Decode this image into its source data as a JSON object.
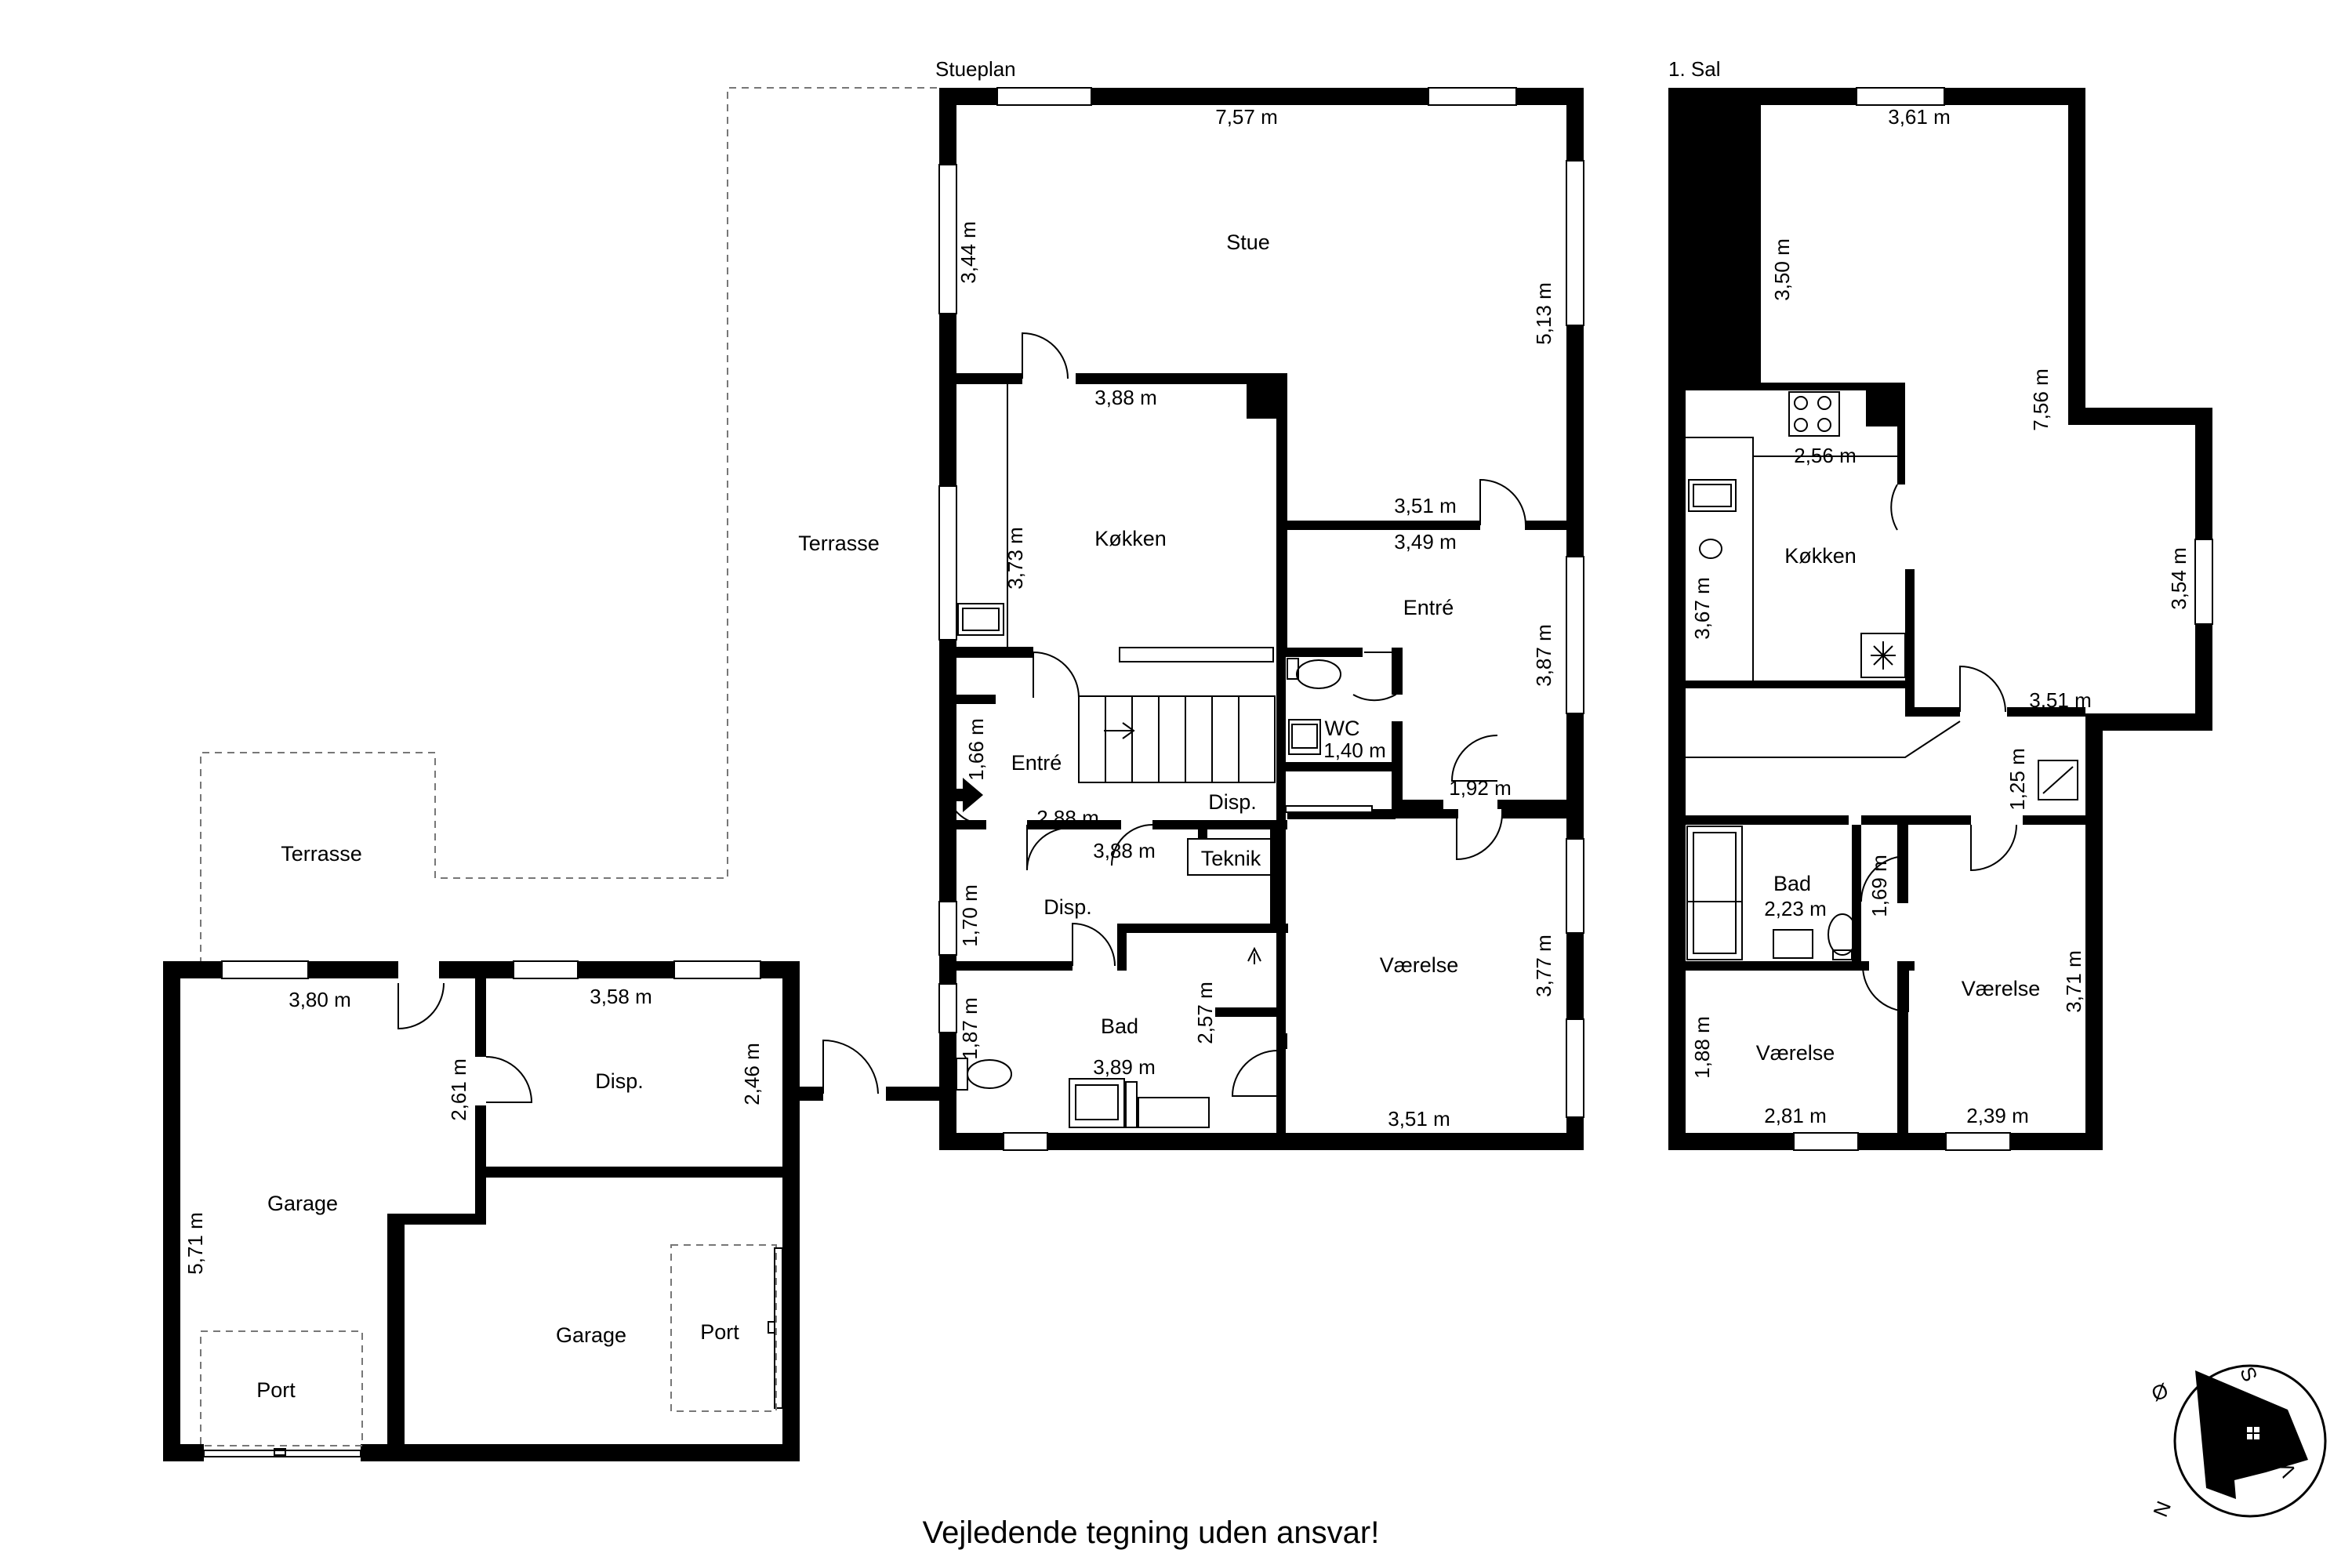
{
  "floors": {
    "ground": "Stueplan",
    "upper": "1. Sal"
  },
  "rooms": {
    "terrasse_1": "Terrasse",
    "terrasse_2": "Terrasse",
    "stue": "Stue",
    "kokken": "Køkken",
    "entre_upper": "Entré",
    "entre_lower": "Entré",
    "wc": "WC",
    "disp_small": "Disp.",
    "teknik": "Teknik",
    "disp_mid": "Disp.",
    "bad": "Bad",
    "vaerelse": "Værelse",
    "garage_left": "Garage",
    "disp_garage": "Disp.",
    "garage_right": "Garage",
    "port_left": "Port",
    "port_right": "Port",
    "sal_kokken": "Køkken",
    "sal_bad": "Bad",
    "sal_vaerelse_right": "Værelse",
    "sal_vaerelse_left": "Værelse"
  },
  "dimensions": {
    "stue_width": "7,57 m",
    "stue_left": "3,44 m",
    "stue_right": "5,13 m",
    "kokken_width": "3,88 m",
    "kokken_height": "3,73 m",
    "entre_top_a": "3,51 m",
    "entre_top_b": "3,49 m",
    "entre_height": "3,87 m",
    "entre_lower_height": "1,66 m",
    "entre_lower_width": "2,88 m",
    "wc_width": "1,40 m",
    "hall_width": "1,92 m",
    "disp_width": "3,88 m",
    "disp_height": "1,70 m",
    "bad_height_left": "1,87 m",
    "bad_width": "3,89 m",
    "bad_height_right": "2,57 m",
    "vaerelse_height": "3,77 m",
    "vaerelse_width": "3,51 m",
    "garage_top": "3,80 m",
    "garage_door_height": "2,61 m",
    "garage_height": "5,71 m",
    "disp_garage_width": "3,58 m",
    "disp_garage_height": "2,46 m",
    "sal_top": "3,61 m",
    "sal_left": "3,50 m",
    "sal_right": "7,56 m",
    "sal_kitchen_width": "2,56 m",
    "sal_kitchen_height": "3,67 m",
    "sal_east": "3,54 m",
    "sal_hall_width": "3,51 m",
    "sal_hall_height": "1,25 m",
    "sal_bad_width": "2,23 m",
    "sal_bad_height": "1,69 m",
    "sal_vaerelse_r_height": "3,71 m",
    "sal_vaerelse_l_height": "1,88 m",
    "sal_vaerelse_l_width": "2,81 m",
    "sal_vaerelse_r_width": "2,39 m"
  },
  "compass": {
    "n": "N",
    "s": "S",
    "o": "Ø",
    "v": "V"
  },
  "footer": "Vejledende tegning uden ansvar!"
}
